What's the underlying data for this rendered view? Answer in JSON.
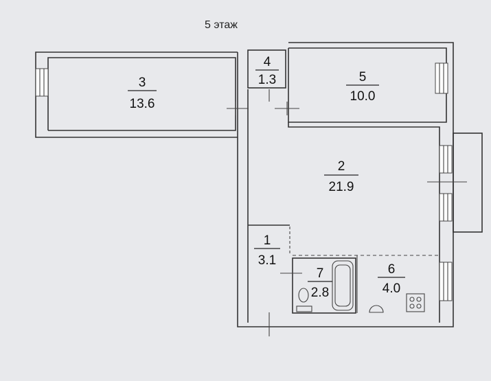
{
  "floor_label": "5 этаж",
  "rooms": [
    {
      "number": "1",
      "area": "3.1"
    },
    {
      "number": "2",
      "area": "21.9"
    },
    {
      "number": "3",
      "area": "13.6"
    },
    {
      "number": "4",
      "area": "1.3"
    },
    {
      "number": "5",
      "area": "10.0"
    },
    {
      "number": "6",
      "area": "4.0"
    },
    {
      "number": "7",
      "area": "2.8"
    }
  ]
}
